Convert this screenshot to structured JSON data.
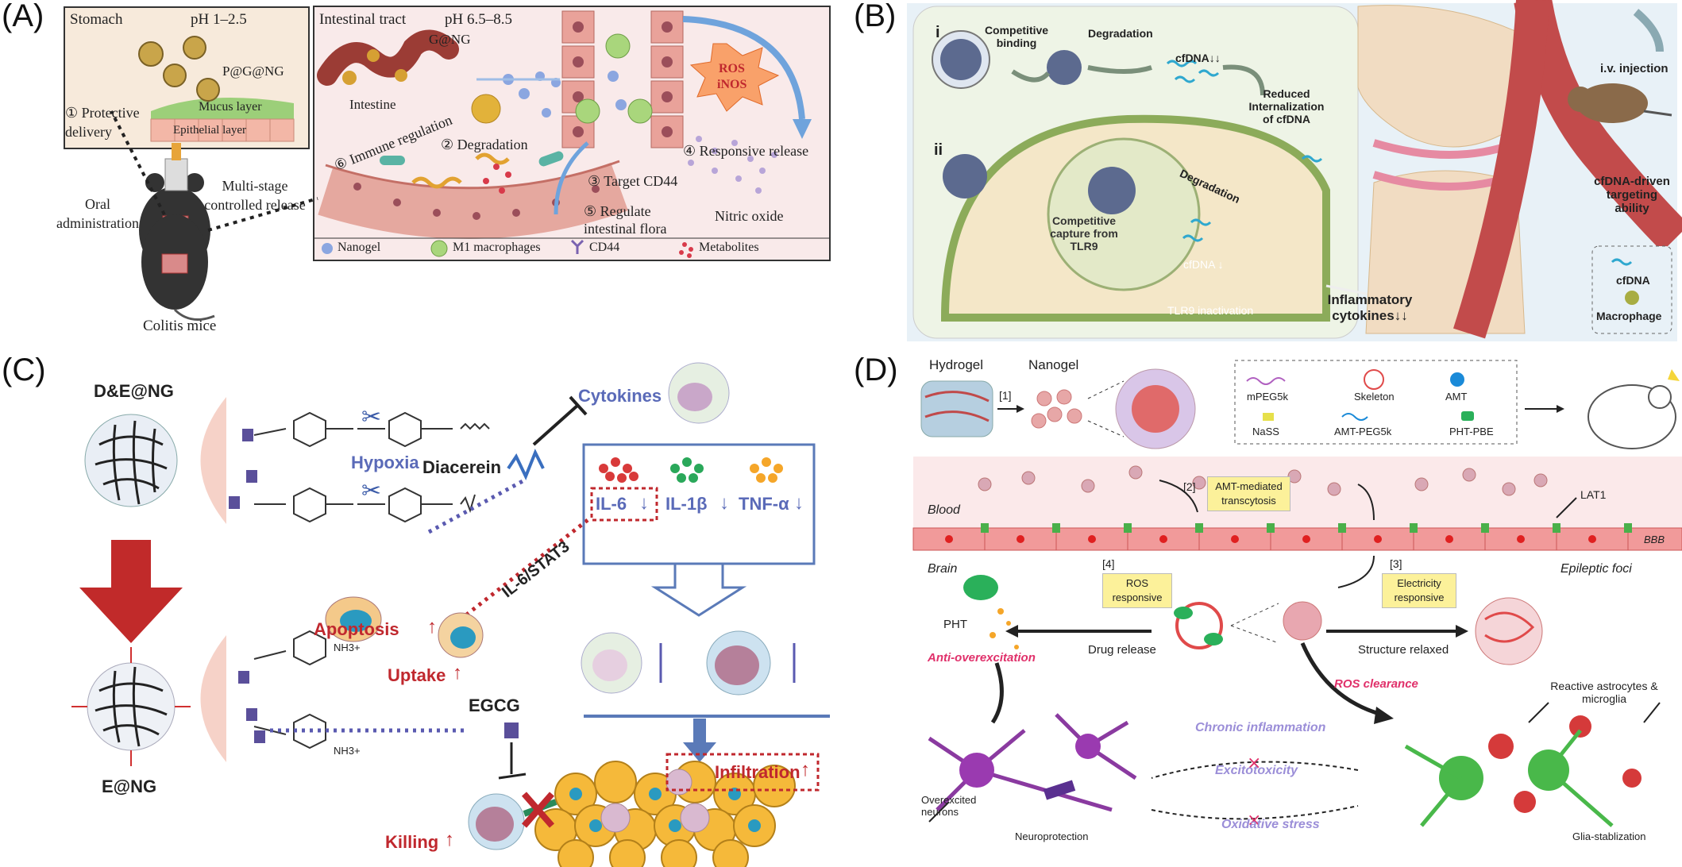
{
  "panelA": {
    "label": "(A)",
    "stomach": {
      "title": "Stomach",
      "ph": "pH 1–2.5",
      "particle": "P@G@NG",
      "mucus": "Mucus layer",
      "epithelial": "Epithelial layer",
      "step1": "① Protective delivery"
    },
    "intestinal": {
      "title": "Intestinal tract",
      "ph": "pH 6.5–8.5",
      "particle": "G@NG",
      "intestine": "Intestine",
      "step2": "② Degradation",
      "step3": "③ Target CD44",
      "step4": "④ Responsive release",
      "step5": "⑤ Regulate intestinal flora",
      "step6": "⑥ Immune regulation",
      "ros": "ROS",
      "inos": "iNOS",
      "no": "Nitric oxide"
    },
    "oral": "Oral administration",
    "multistage": "Multi-stage controlled release",
    "mice": "Colitis mice",
    "legend": [
      "Nanogel",
      "M1 macrophages",
      "CD44",
      "Metabolites"
    ]
  },
  "panelB": {
    "label": "(B)",
    "i": "i",
    "ii": "ii",
    "competitive_binding": "Competitive binding",
    "degradation1": "Degradation",
    "cfdna1": "cfDNA↓↓",
    "reduced": "Reduced Internalization of cfDNA",
    "degradation2": "Degradation",
    "capture": "Competitive capture from TLR9",
    "cfdna2": "cfDNA ↓",
    "tlr9": "TLR9 inactivation",
    "inflam": "Inflammatory cytokines↓↓",
    "iv": "i.v. injection",
    "targeting": "cfDNA-driven targeting ability",
    "legend": [
      "cfDNA",
      "Macrophage"
    ]
  },
  "panelC": {
    "label": "(C)",
    "dengel": "D&E@NG",
    "engel": "E@NG",
    "hypoxia": "Hypoxia",
    "diacerein": "Diacerein",
    "cytokines": "Cytokines",
    "il6": "IL-6",
    "il1b": "IL-1β",
    "tnfa": "TNF-α",
    "il6stat3": "IL-6/STAT3",
    "apoptosis": "Apoptosis",
    "uptake": "Uptake",
    "egcg": "EGCG",
    "infiltration": "Infiltration",
    "killing": "Killing",
    "nh3": "NH3+"
  },
  "panelD": {
    "label": "(D)",
    "hydrogel": "Hydrogel",
    "nanogel": "Nanogel",
    "step1": "[1]",
    "legend": [
      "mPEG5k",
      "Skeleton",
      "AMT",
      "NaSS",
      "AMT-PEG5k",
      "PHT-PBE"
    ],
    "blood": "Blood",
    "step2": "[2]",
    "amt_mediated": "AMT-mediated transcytosis",
    "lat1": "LAT1",
    "bbb": "BBB",
    "brain": "Brain",
    "epileptic": "Epileptic foci",
    "step4": "[4]",
    "ros_resp": "ROS responsive",
    "step3": "[3]",
    "elec_resp": "Electricity responsive",
    "pht": "PHT",
    "anti": "Anti-overexcitation",
    "drug_release": "Drug release",
    "structure": "Structure relaxed",
    "ros_clear": "ROS clearance",
    "reactive": "Reactive astrocytes & microglia",
    "chronic": "Chronic inflammation",
    "excito": "Excitotoxicity",
    "oxid": "Oxidative stress",
    "overexcited": "Overexcited neurons",
    "neuroprotection": "Neuroprotection",
    "glia": "Glia-stablization"
  }
}
